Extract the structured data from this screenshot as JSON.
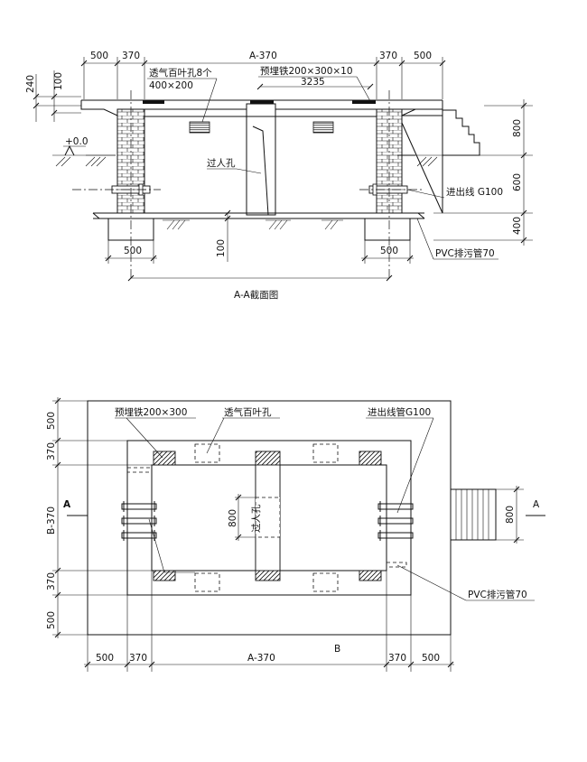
{
  "section": {
    "title": "A-A截面图",
    "dims_top": [
      "500",
      "370",
      "A-370",
      "370",
      "500"
    ],
    "dim_mid": "3235",
    "dims_left": [
      "240",
      "100"
    ],
    "level": "+0.0",
    "dims_right": [
      "800",
      "600",
      "400"
    ],
    "dims_bottom": [
      "500",
      "500"
    ],
    "dim_base": "100",
    "labels": {
      "vent": "透气百叶孔8个",
      "vent_size": "400×200",
      "embed_iron": "预埋铁200×300×10",
      "manhole": "过人孔",
      "cable_pipe": "进出线 G100",
      "drain_pipe": "PVC排污管70"
    }
  },
  "plan": {
    "dims_left": [
      "500",
      "370",
      "B-370",
      "370",
      "500"
    ],
    "dims_bottom": [
      "500",
      "370",
      "A-370",
      "370",
      "500"
    ],
    "label_b": "B",
    "section_mark": "A",
    "dim_manhole": "800",
    "dim_steps": "800",
    "labels": {
      "embed_iron": "预埋铁200×300",
      "vent": "透气百叶孔",
      "cable_pipe": "进出线管G100",
      "manhole": "过人孔",
      "drain_pipe": "PVC排污管70"
    }
  }
}
